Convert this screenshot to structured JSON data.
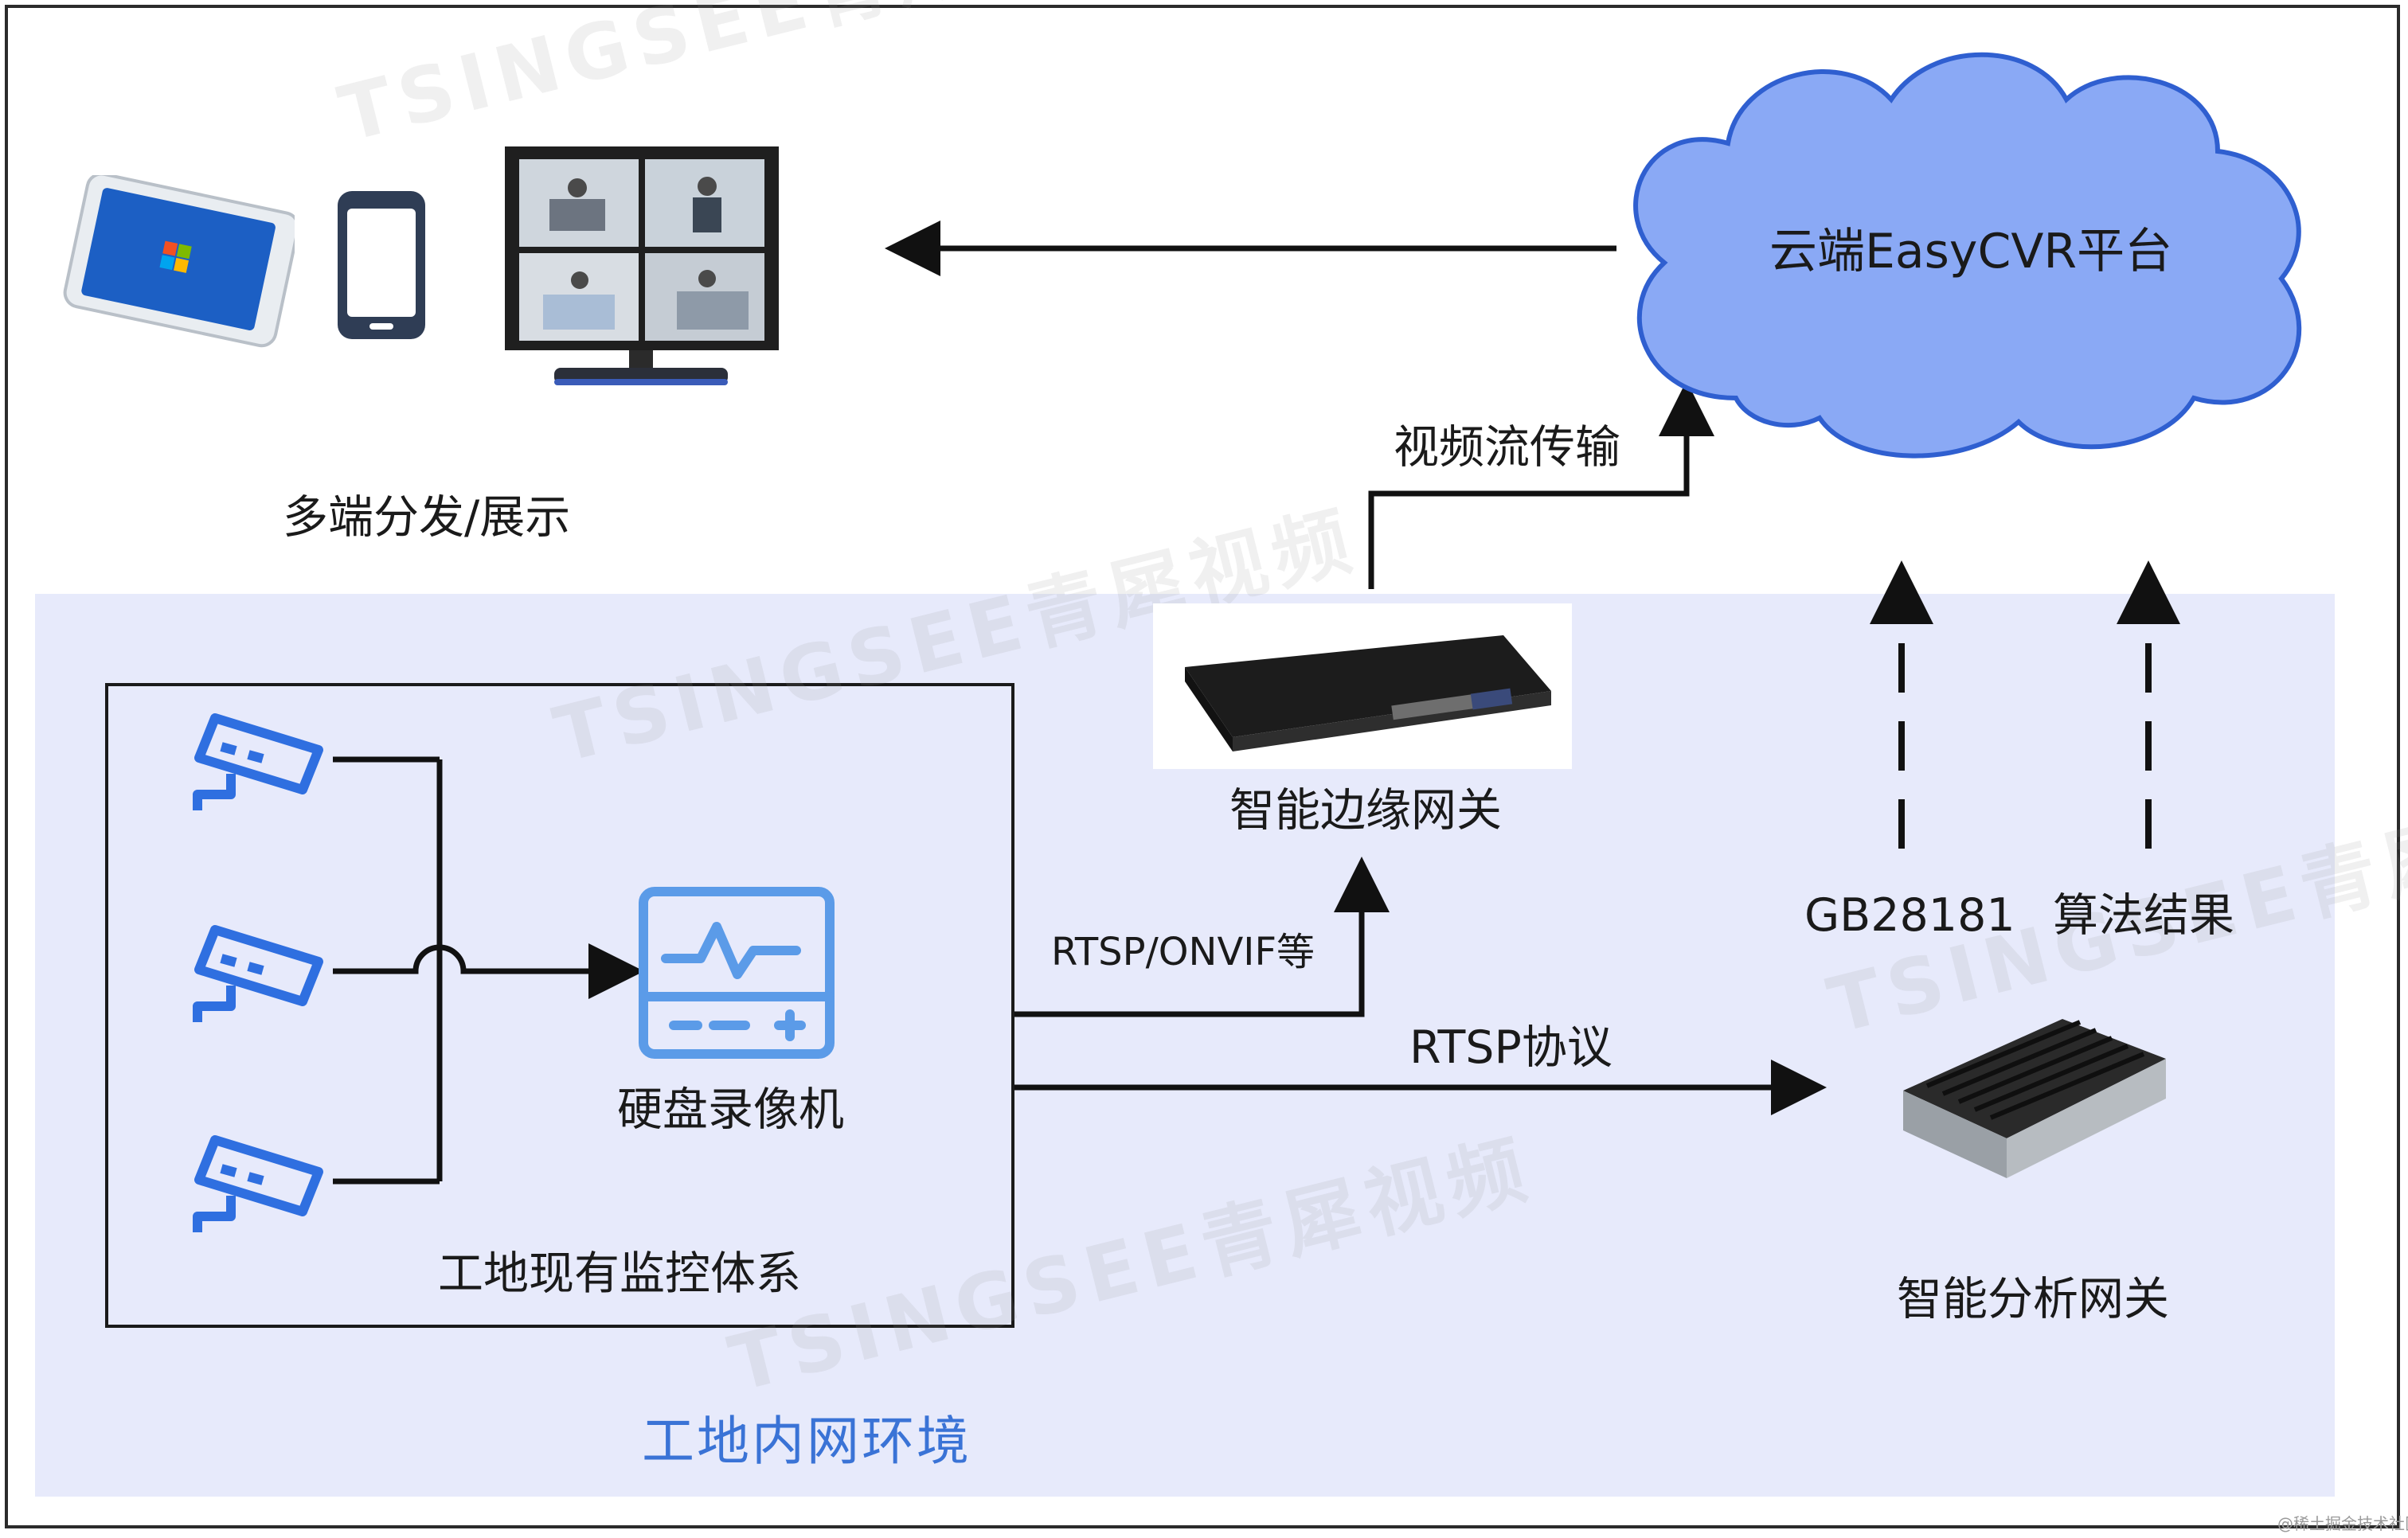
{
  "cloud": {
    "label": "云端EasyCVR平台"
  },
  "clients": {
    "label": "多端分发/展示"
  },
  "edge_gateway": {
    "label": "智能边缘网关"
  },
  "analysis_gateway": {
    "label": "智能分析网关"
  },
  "nvr": {
    "label": "硬盘录像机"
  },
  "site_system": {
    "label": "工地现有监控体系"
  },
  "lan": {
    "label": "工地内网环境"
  },
  "links": {
    "video_stream": "视频流传输",
    "rtsp_onvif": "RTSP/ONVIF等",
    "rtsp_protocol": "RTSP协议",
    "gb28181": "GB28181",
    "algorithm_result": "算法结果"
  },
  "watermarks": [
    "TSINGSEE青犀视频"
  ],
  "corner_mark": "@稀土掘金技术社区",
  "colors": {
    "lan_zone": "#e7eafb",
    "cloud_fill": "#8aa9f5",
    "cloud_stroke": "#2f5fd0",
    "camera": "#2f6fe0",
    "nvr": "#5b9be8",
    "zone_label": "#3a73d6"
  }
}
